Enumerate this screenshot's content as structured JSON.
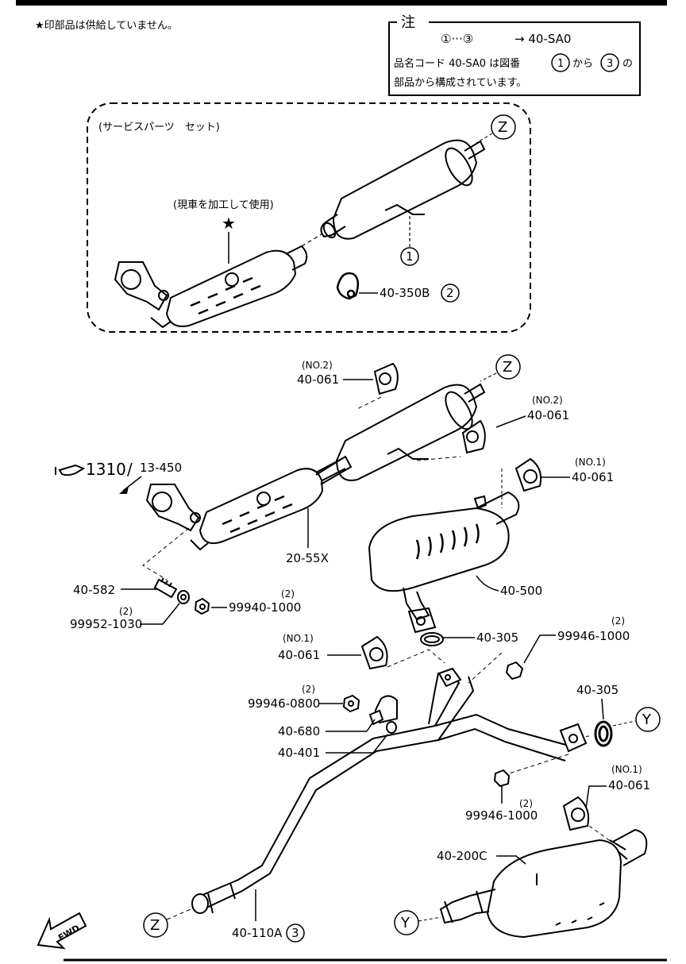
{
  "header_note": "★印部品は供給していません。",
  "note_box": {
    "title": "注",
    "line1_prefix": "①···③",
    "line1": "→ 40-SA0",
    "line2_a": "品名コード 40-SA0 は図番",
    "line2_n1": "1",
    "line2_b": "から",
    "line2_n2": "3",
    "line2_c": "の",
    "line3": "部品から構成されています。"
  },
  "service_set": {
    "title": "(サービスパーツ　セット)",
    "star_note": "(現車を加工して使用)",
    "star": "★",
    "z_label": "Z",
    "item1": "1",
    "clamp_code": "40-350B",
    "clamp_num": "2"
  },
  "labels": {
    "z1": "Z",
    "no2_a": "(NO.2)",
    "code_061_a": "40-061",
    "no2_b": "(NO.2)",
    "code_061_b": "40-061",
    "no1_a": "(NO.1)",
    "code_061_c": "40-061",
    "ref_main": "1310",
    "ref_slash": "/",
    "ref_sub": "13-450",
    "conv": "20-55X",
    "stud": "40-582",
    "q2_a": "(2)",
    "nut1": "99940-1000",
    "q2_b": "(2)",
    "washer": "99952-1030",
    "muffler_mid": "40-500",
    "gasket_a": "40-305",
    "q2_c": "(2)",
    "nut2": "99946-1000",
    "no1_b": "(NO.1)",
    "code_061_d": "40-061",
    "q2_d": "(2)",
    "nut3": "99946-0800",
    "hanger": "40-680",
    "rubber": "40-401",
    "gasket_b": "40-305",
    "y1": "Y",
    "no1_c": "(NO.1)",
    "code_061_e": "40-061",
    "q2_e": "(2)",
    "nut4": "99946-1000",
    "main_muffler": "40-200C",
    "z2": "Z",
    "pipe": "40-110A",
    "pipe_num": "3",
    "y2": "Y",
    "fwd": "FWD"
  }
}
